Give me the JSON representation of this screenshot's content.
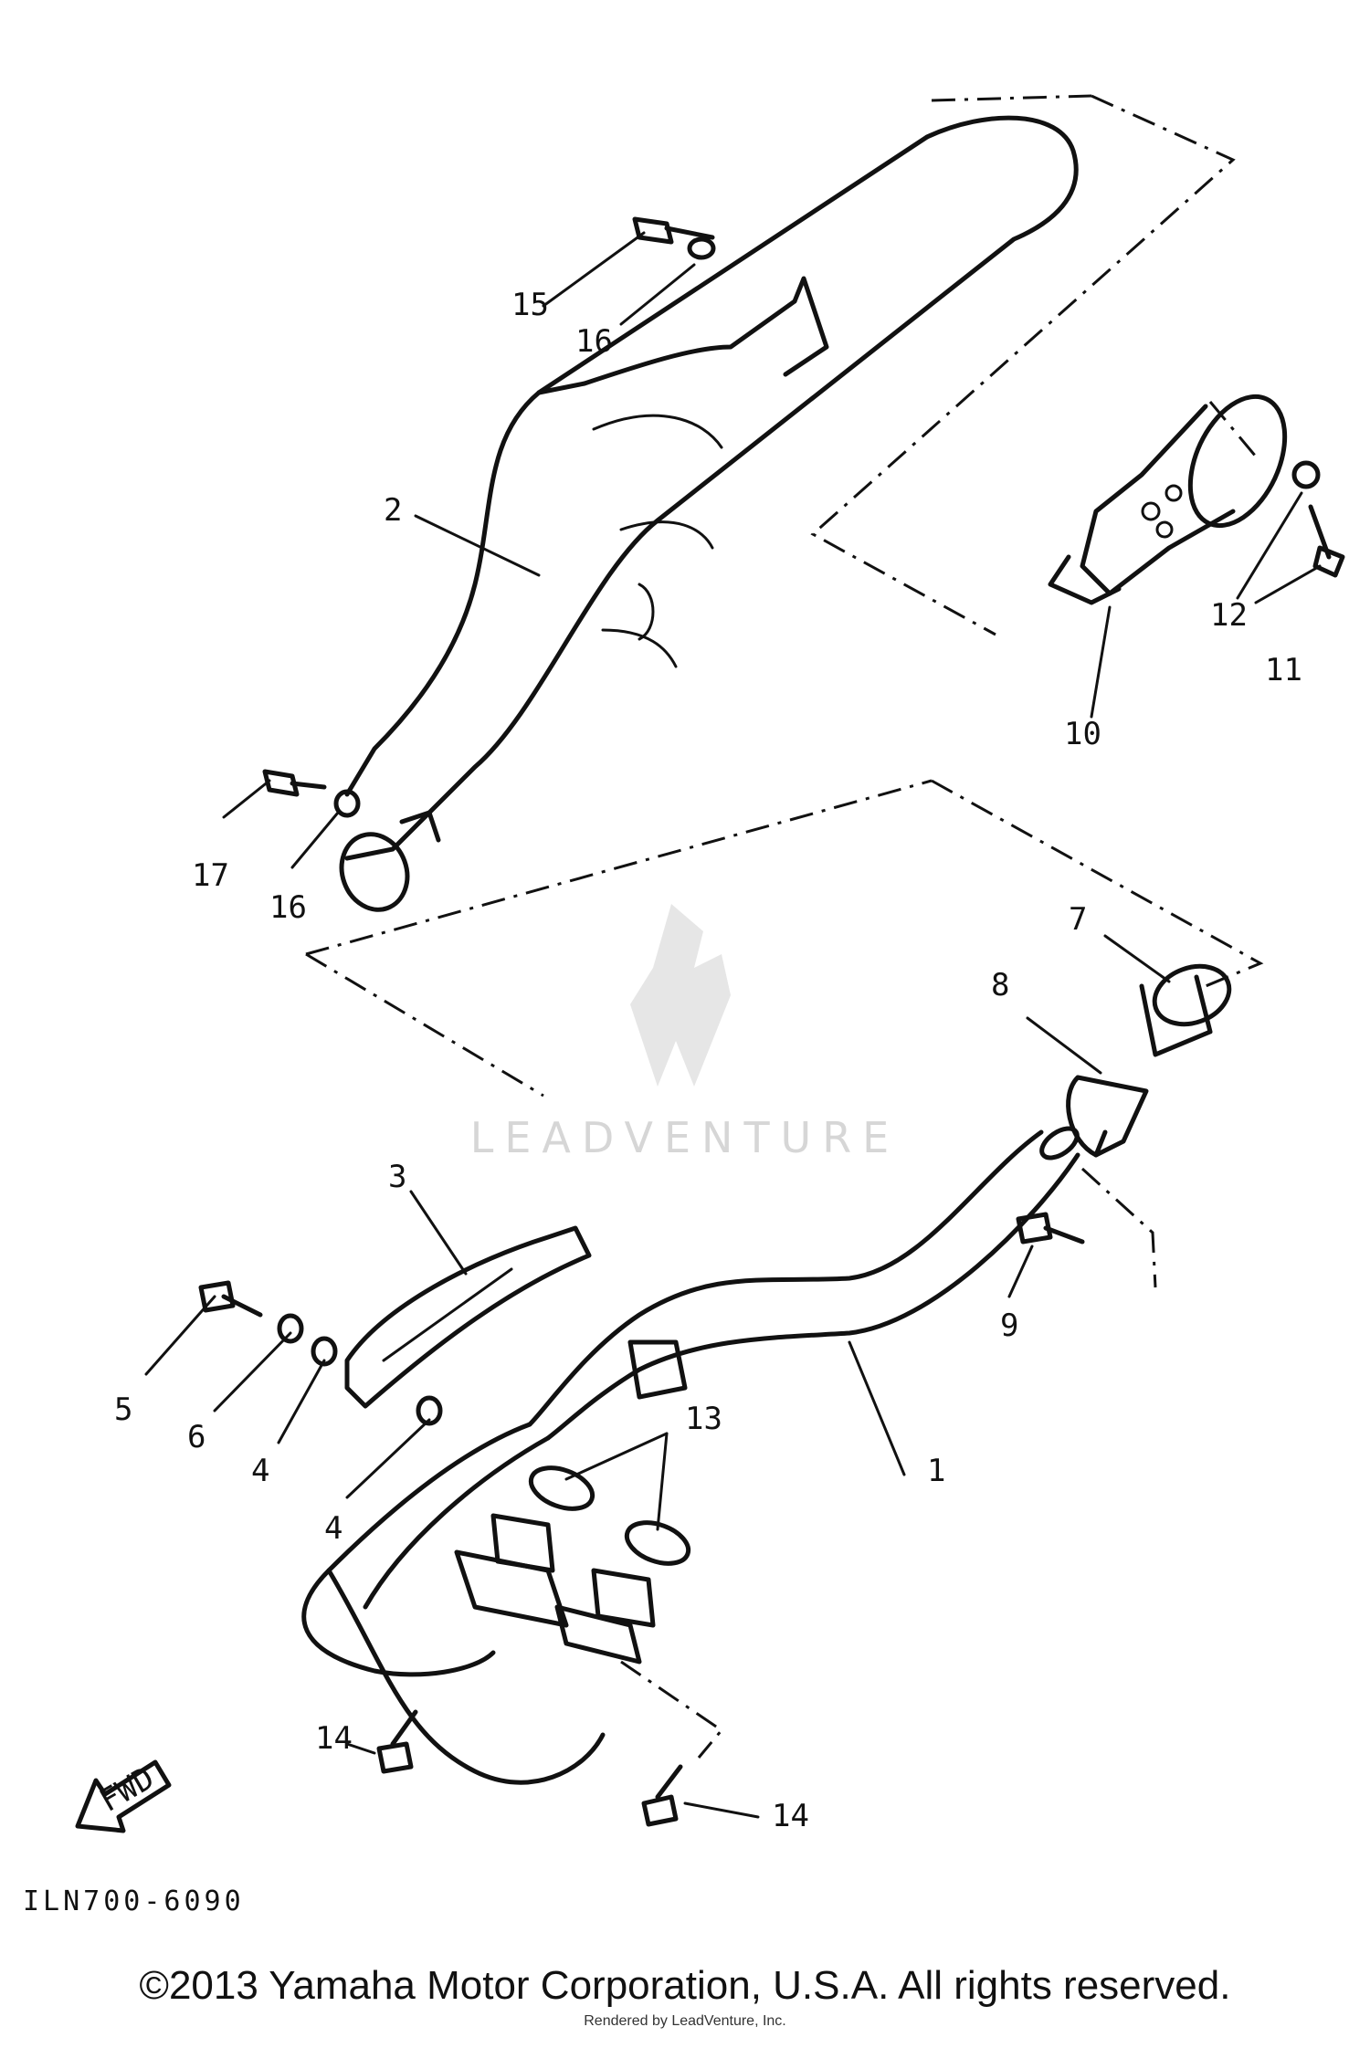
{
  "diagram": {
    "drawing_code": "ILN700-6090",
    "watermark": "LEADVENTURE",
    "copyright": "©2013 Yamaha Motor Corporation, U.S.A. All rights reserved.",
    "rendered_by": "Rendered by LeadVenture, Inc.",
    "fwd_label": "FWD",
    "callouts": [
      {
        "id": "c1",
        "label": "1"
      },
      {
        "id": "c2",
        "label": "2"
      },
      {
        "id": "c3",
        "label": "3"
      },
      {
        "id": "c4a",
        "label": "4"
      },
      {
        "id": "c4b",
        "label": "4"
      },
      {
        "id": "c5",
        "label": "5"
      },
      {
        "id": "c6",
        "label": "6"
      },
      {
        "id": "c7",
        "label": "7"
      },
      {
        "id": "c8",
        "label": "8"
      },
      {
        "id": "c9",
        "label": "9"
      },
      {
        "id": "c10",
        "label": "10"
      },
      {
        "id": "c11",
        "label": "11"
      },
      {
        "id": "c12",
        "label": "12"
      },
      {
        "id": "c13",
        "label": "13"
      },
      {
        "id": "c14a",
        "label": "14"
      },
      {
        "id": "c14b",
        "label": "14"
      },
      {
        "id": "c15",
        "label": "15"
      },
      {
        "id": "c16a",
        "label": "16"
      },
      {
        "id": "c16b",
        "label": "16"
      },
      {
        "id": "c17",
        "label": "17"
      }
    ]
  }
}
